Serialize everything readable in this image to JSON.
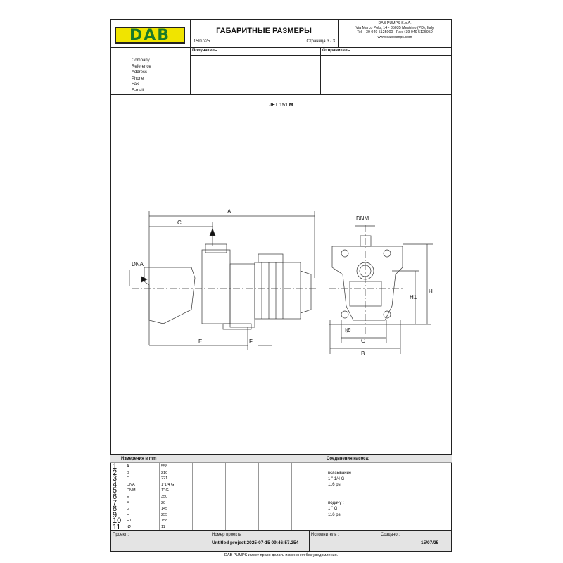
{
  "header": {
    "logo": "DAB",
    "title": "ГАБАРИТНЫЕ РАЗМЕРЫ",
    "date": "15/07/25",
    "page": "Страница 3 / 3",
    "company_lines": [
      "DAB PUMPS S.p.A.",
      "Via Marco Polo, 14 - 35035 Mestrino (PD), Italy",
      "Tel. +39 049 5125000 - Fax +39 049 5125950",
      "www.dabpumps.com"
    ],
    "recipient": "Получатель",
    "sender": "Отправитель"
  },
  "info_fields": [
    "Company",
    "Reference",
    "Address",
    "Phone",
    "Fax",
    "E-mail"
  ],
  "drawing": {
    "title": "JET 151 M",
    "labels": {
      "A": "A",
      "C": "C",
      "DNA": "DNA",
      "E": "E",
      "F": "F",
      "DNM": "DNM",
      "H": "H",
      "H1": "H1",
      "IO": "IØ",
      "G": "G",
      "B": "B"
    }
  },
  "dimensions": {
    "header": "Измерения в  mm",
    "rows": [
      {
        "n": "1",
        "k": "A",
        "v": "558"
      },
      {
        "n": "2",
        "k": "B",
        "v": "210"
      },
      {
        "n": "3",
        "k": "C",
        "v": "221"
      },
      {
        "n": "4",
        "k": "DNA",
        "v": "1\"1/4 G"
      },
      {
        "n": "5",
        "k": "DNM",
        "v": "1\" G"
      },
      {
        "n": "6",
        "k": "E",
        "v": "350"
      },
      {
        "n": "7",
        "k": "F",
        "v": "20"
      },
      {
        "n": "8",
        "k": "G",
        "v": "145"
      },
      {
        "n": "9",
        "k": "H",
        "v": "255"
      },
      {
        "n": "10",
        "k": "H1",
        "v": "158"
      },
      {
        "n": "11",
        "k": "IØ",
        "v": "11"
      }
    ]
  },
  "connections": {
    "header": "Соединения насоса:",
    "suction_label": "всасывание :",
    "suction_size": "1 \" 1/4 G",
    "suction_pressure": "116 psi",
    "discharge_label": "подачу :",
    "discharge_size": "1 \" G",
    "discharge_pressure": "116 psi"
  },
  "footer": {
    "project_label": "Проект :",
    "project_number_label": "Номер проекта :",
    "project_number": "Untitled project 2025-07-15 09:46:57.254",
    "executor_label": "Исполнитель :",
    "created_label": "Создано :",
    "created": "15/07/25"
  },
  "disclaimer": "DAB PUMPS имеет право делать изменения без уведомления."
}
